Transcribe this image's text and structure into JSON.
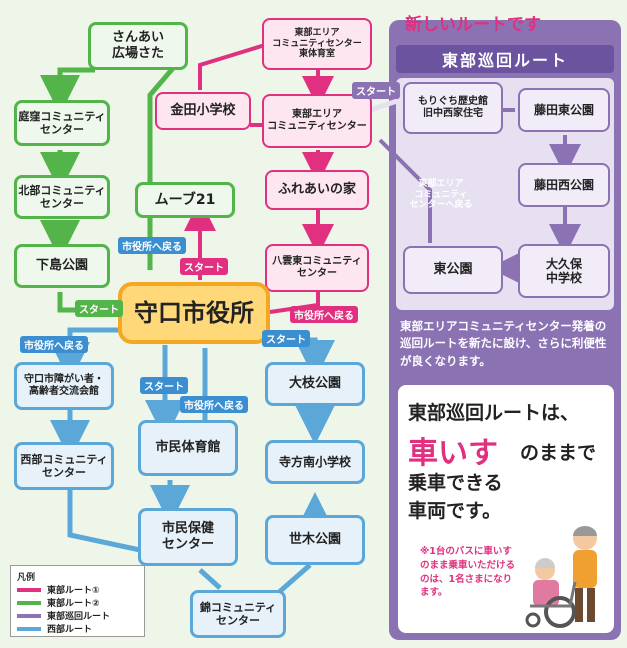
{
  "colors": {
    "east1": "#e0307f",
    "east2": "#53b44a",
    "east_loop": "#8b73b3",
    "west": "#5aa7d8",
    "center_fill": "#ffd87a"
  },
  "center": {
    "label": "守口市役所"
  },
  "east1_route": {
    "kanada": "金田小学校",
    "community_top": "東部エリア\nコミュニティセンター\n東体育室",
    "community_mid": "東部エリア\nコミュニティセンター",
    "fureai": "ふれあいの家",
    "yaun": "八雲東コミュニティ\nセンター"
  },
  "east2_route": {
    "sanai": "さんあい\n広場さた",
    "niwakubo": "庭窪コミュニティ\nセンター",
    "hokubu": "北部コミュニティ\nセンター",
    "shimojima": "下島公園",
    "moop": "ムーブ21"
  },
  "west_route": {
    "kouryu": "守口市障がい者・\n高齢者交流会館",
    "seibu": "西部コミュニティ\nセンター",
    "taiikukan": "市民体育館",
    "hoken": "市民保健\nセンター",
    "nishiki": "錦コミュニティ\nセンター",
    "ohoeda": "大枝公園",
    "terakata": "寺方南小学校",
    "seki": "世木公園"
  },
  "east_loop": {
    "banner": "新しいルートです",
    "title": "東部巡回ルート",
    "moriguchi": "もりぐち歴史館\n旧中西家住宅",
    "fujita_east": "藤田東公園",
    "fujita_west": "藤田西公園",
    "okubo": "大久保\n中学校",
    "higashi": "東公園",
    "return_label": "東部エリア\nコミュニティ\nセンターへ戻る",
    "start_label": "スタート"
  },
  "tags": {
    "start": "スタート",
    "return_city": "市役所へ戻る"
  },
  "description": "東部エリアコミュニティセンター発着の巡回ルートを新たに設け、さらに利便性が良くなります。",
  "promo": {
    "line1": "東部巡回ルートは、",
    "line2a": "車いす",
    "line2b": "のままで",
    "line3": "乗車できる",
    "line4": "車両です。",
    "note": "※1台のバスに車いすのまま乗車いただけるのは、1名さまになります。"
  },
  "legend": {
    "title": "凡例",
    "items": [
      {
        "label": "東部ルート①",
        "color": "#e0307f"
      },
      {
        "label": "東部ルート②",
        "color": "#53b44a"
      },
      {
        "label": "東部巡回ルート",
        "color": "#8b73b3"
      },
      {
        "label": "西部ルート",
        "color": "#5aa7d8"
      }
    ]
  }
}
